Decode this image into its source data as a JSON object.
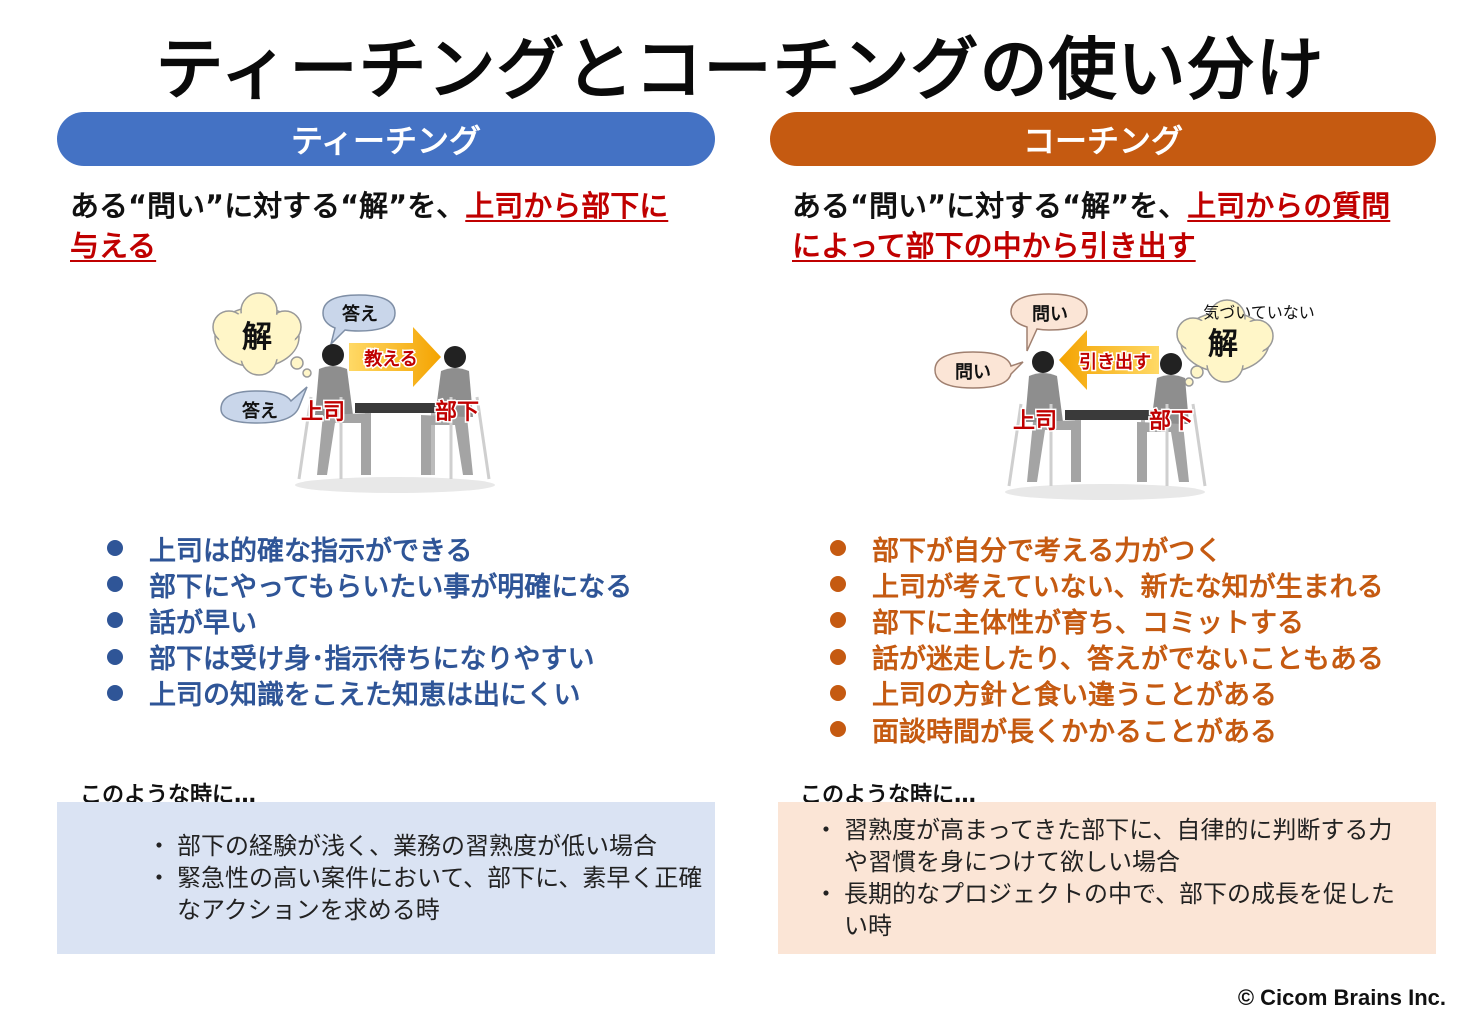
{
  "title": "ティーチングとコーチングの使い分け",
  "teaching": {
    "header": "ティーチング",
    "desc_plain": "ある“問い”に対する“解”を、",
    "desc_highlight_1": "上司から部下に",
    "desc_highlight_2": "与える",
    "illustration": {
      "thought": "解",
      "bubble_top": "答え",
      "bubble_left": "答え",
      "arrow": "教える",
      "label_boss": "上司",
      "label_sub": "部下"
    },
    "bullets": [
      "上司は的確な指示ができる",
      "部下にやってもらいたい事が明確になる",
      "話が早い",
      "部下は受け身･指示待ちになりやすい",
      "上司の知識をこえた知恵は出にくい"
    ],
    "when_title": "このような時に…",
    "when_items": [
      "部下の経験が浅く、業務の習熟度が低い場合",
      "緊急性の高い案件において、部下に、素早く正確なアクションを求める時"
    ]
  },
  "coaching": {
    "header": "コーチング",
    "desc_plain": "ある“問い”に対する“解”を、",
    "desc_highlight_1": "上司からの質問",
    "desc_highlight_2": "によって部下の中から引き出す",
    "illustration": {
      "bubble_top": "問い",
      "bubble_left": "問い",
      "thought_small": "気づいていない",
      "thought": "解",
      "arrow": "引き出す",
      "label_boss": "上司",
      "label_sub": "部下"
    },
    "bullets": [
      "部下が自分で考える力がつく",
      "上司が考えていない、新たな知が生まれる",
      "部下に主体性が育ち、コミットする",
      "話が迷走したり、答えがでないこともある",
      "上司の方針と食い違うことがある",
      "面談時間が長くかかることがある"
    ],
    "when_title": "このような時に…",
    "when_items": [
      "習熟度が高まってきた部下に、自律的に判断する力や習慣を身につけて欲しい場合",
      "長期的なプロジェクトの中で、部下の成長を促したい時"
    ]
  },
  "footer": "© Cicom Brains Inc.",
  "colors": {
    "teaching_blue": "#4472c4",
    "teaching_text": "#2f5597",
    "coaching_orange": "#c55a11",
    "highlight_red": "#c00000",
    "teaching_box": "#dae3f3",
    "coaching_box": "#fbe5d6"
  }
}
